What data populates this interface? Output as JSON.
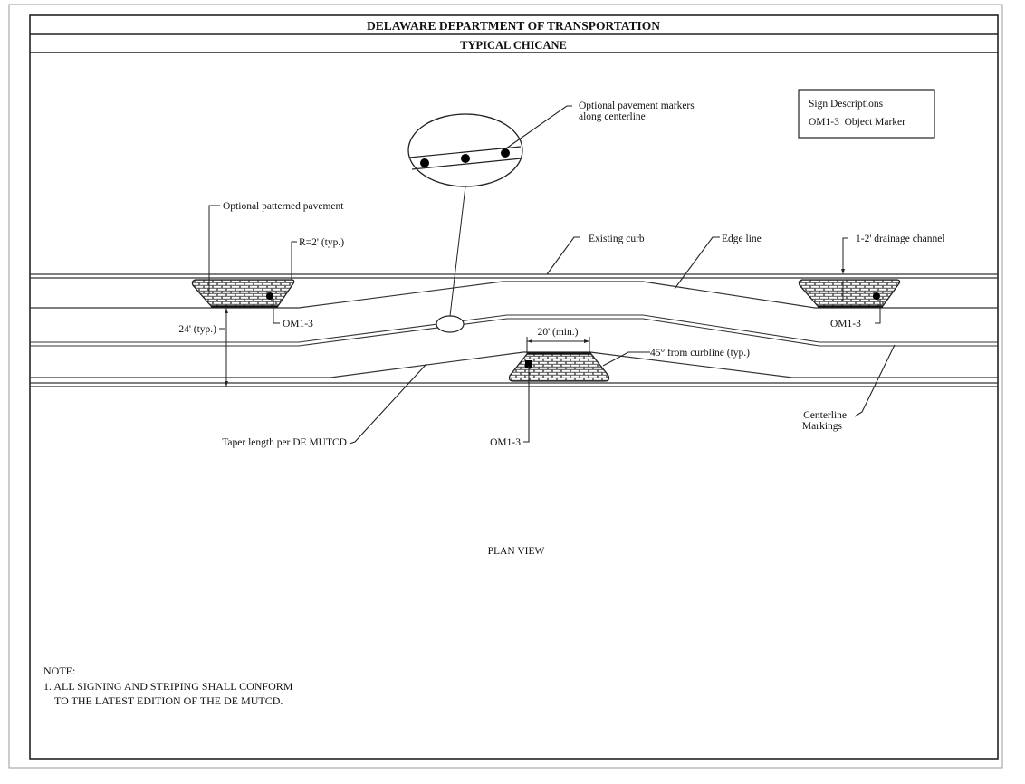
{
  "header": {
    "title": "DELAWARE DEPARTMENT OF TRANSPORTATION",
    "subtitle": "TYPICAL CHICANE"
  },
  "legend": {
    "heading": "Sign Descriptions",
    "entries": [
      {
        "code": "OM1-3",
        "description": "Object Marker",
        "text": "OM1-3  Object Marker"
      }
    ]
  },
  "callouts": {
    "pavement_markers_line1": "Optional pavement markers",
    "pavement_markers_line2": "along centerline",
    "patterned_pavement": "Optional patterned pavement",
    "radius": "R=2' (typ.)",
    "existing_curb": "Existing curb",
    "edge_line": "Edge line",
    "drainage_channel": "1-2' drainage channel",
    "lane_width": "24' (typ.)",
    "object_marker_left": "OM1-3",
    "object_marker_right": "OM1-3",
    "object_marker_center": "OM1-3",
    "min_length": "20' (min.)",
    "angle": "45° from curbline (typ.)",
    "taper": "Taper length per DE MUTCD",
    "centerline_line1": "Centerline",
    "centerline_line2": "Markings"
  },
  "view_label": "PLAN VIEW",
  "notes": {
    "heading": "NOTE:",
    "line1": "1. ALL SIGNING AND STRIPING SHALL CONFORM",
    "line2": "TO THE LATEST EDITION OF THE DE MUTCD."
  }
}
